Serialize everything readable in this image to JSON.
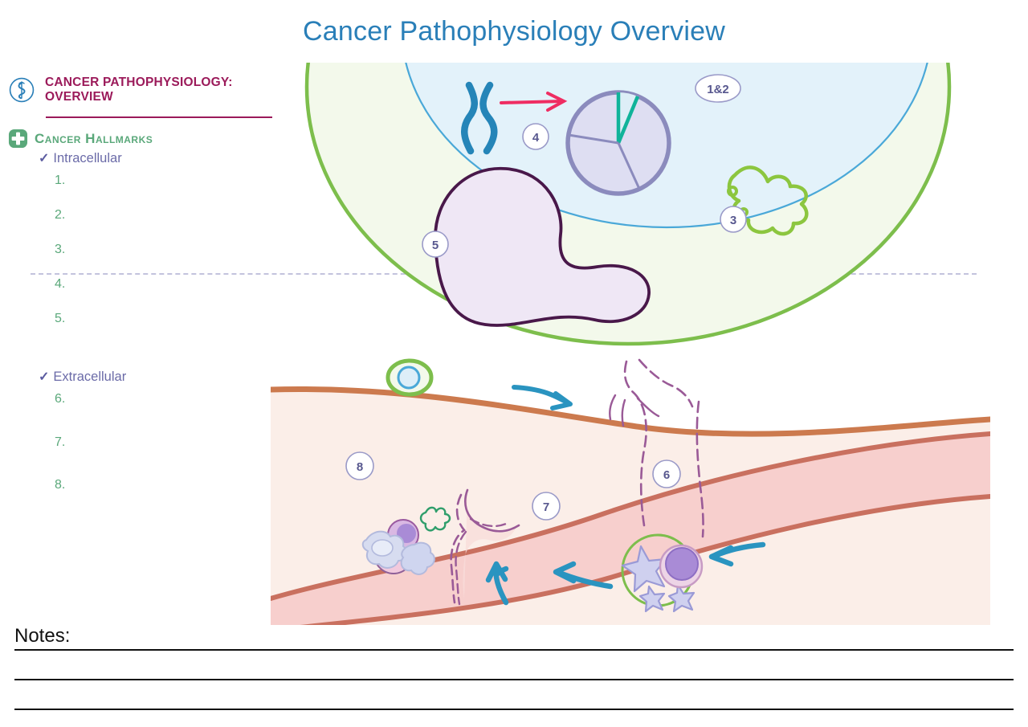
{
  "page": {
    "title": "Cancer Pathophysiology Overview",
    "title_color": "#2a7fb8"
  },
  "sidebar": {
    "brand": {
      "logo_icon": "caduceus-circle-icon",
      "line1": "CANCER PATHOPHYSIOLOGY:",
      "line2": "OVERVIEW",
      "color": "#9b1a5a"
    },
    "hallmarks": {
      "icon": "green-cross-icon",
      "heading": "Cancer Hallmarks",
      "heading_color": "#5aa87a"
    },
    "groups": [
      {
        "check_icon": "check-icon",
        "label": "Intracellular",
        "items": [
          {
            "number": "1."
          },
          {
            "number": "2."
          },
          {
            "number": "3."
          },
          {
            "number": "4."
          },
          {
            "number": "5."
          }
        ]
      },
      {
        "check_icon": "check-icon",
        "label": "Extracellular",
        "items": [
          {
            "number": "6."
          },
          {
            "number": "7."
          },
          {
            "number": "8."
          }
        ]
      }
    ]
  },
  "notes": {
    "label": "Notes:",
    "line_count": 3
  },
  "figures": {
    "intracellular": {
      "name": "cancer-cell-diagram",
      "callouts": [
        {
          "id": "1&2",
          "meaning": "cell-cycle-dysregulation"
        },
        {
          "id": "3",
          "meaning": "growth-signal-autonomy"
        },
        {
          "id": "4",
          "meaning": "genomic-instability-mutation"
        },
        {
          "id": "5",
          "meaning": "altered-metabolism-mitochondrion"
        }
      ],
      "elements": [
        "cell-membrane",
        "nucleus",
        "chromosome",
        "mutation-arrow",
        "cell-cycle-pie",
        "signaling-blob",
        "mitochondrion"
      ],
      "colors": {
        "membrane": "#7dbe4c",
        "cytoplasm": "#f2f9ea",
        "nucleus_fill": "#e2f2f9",
        "nucleus_stroke": "#4aa8d8",
        "chromosome": "#2585b8",
        "mutation_arrow": "#ef2d62",
        "pie_fill": "#dedef2",
        "pie_stroke": "#8b8bbd",
        "pie_highlight": "#10b39a",
        "mitochondrion_stroke": "#49184a",
        "mitochondrion_fill": "#eee6f4"
      }
    },
    "extracellular": {
      "name": "tumor-microenvironment-diagram",
      "callouts": [
        {
          "id": "6",
          "meaning": "invasion-through-basement-membrane"
        },
        {
          "id": "7",
          "meaning": "angiogenesis"
        },
        {
          "id": "8",
          "meaning": "immune-evasion"
        }
      ],
      "elements": [
        "basement-membrane",
        "tissue-stroma",
        "blood-vessel",
        "transformed-cell-highlight",
        "invading-cell",
        "angiogenic-sprout",
        "immune-cell-cluster",
        "circulating-tumor-cell-highlight",
        "flow-arrows"
      ],
      "colors": {
        "basement_membrane": "#cc7a4e",
        "stroma": "#fbeee8",
        "vessel_wall": "#c9705f",
        "vessel_fill": "#f7cfcd",
        "arrow": "#2a94c0",
        "highlight_ring": "#7dbe4c",
        "sprout": "#9a5a97",
        "tumor_cell": "#a98bd6",
        "immune_cell": "#c7c3e8"
      }
    }
  },
  "badge_style": {
    "fill": "#ffffff",
    "stroke": "#9a9ac8",
    "text_color": "#58588f"
  }
}
